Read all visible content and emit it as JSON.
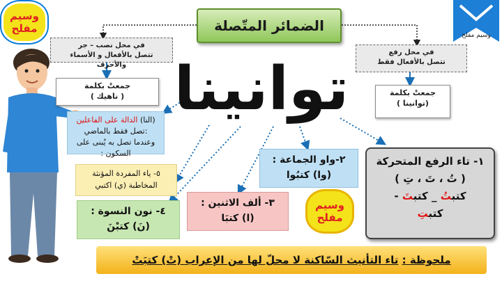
{
  "title": "الضمائر المتّصلة",
  "author_badge_top": {
    "line1": "وسيم",
    "line2": "مفلح"
  },
  "author_badge_bottom": {
    "line1": "وسيم",
    "line2": "مفلح"
  },
  "corner_banner_text": "وسيم مفلح",
  "big_word": "توانينا",
  "left_gray_box": {
    "line1": "في محل نصب – جر",
    "line2": "تتصل بالأفعال و الأسماء والأحرف"
  },
  "right_gray_box": {
    "line1": "في محل رفع",
    "line2": "تتصل بالأفعال فقط"
  },
  "left_white_box": {
    "line1": "جمعتْ بكلمة",
    "line2": "( ناهيك )"
  },
  "right_white_box": {
    "line1": "جمعتْ بكلمة",
    "line2": "(توانينا )"
  },
  "blue_note": {
    "prefix": "(النا)",
    "highlight": "الدالة على الفاعلين",
    "rest": ":تصل فقط بالماضي وعندما تصل به يُبنى على السكون :"
  },
  "yellow_box": {
    "line1": "٥- ياء المفردة المؤنثة",
    "line2": "المخاطبة (ي) اكتبي"
  },
  "green_box": {
    "line1": "٤- نون النسوة :",
    "line2": "(نَ) كتبْنَ"
  },
  "pink_box": {
    "line1": "٣- ألف الاثنين :",
    "line2": "(ا) كتبَا"
  },
  "lblue_box": {
    "line1": "٢-واو الجماعة :",
    "line2": "(وا) كتبُوا"
  },
  "dark_box": {
    "line1": "١- تاء الرفع المتحركة",
    "line2": "( تُ ، تَ ، تِ )",
    "line3_a": "كتب",
    "line3_a_red": "تُ",
    "line3_sep": " _ ",
    "line3_b": "كتب",
    "line3_b_red": "تَ",
    "line3_dash": " -",
    "line4_a": "كتب",
    "line4_red": "تِ"
  },
  "bottom_note": {
    "label": "ملحوظة :",
    "text": "تاء التأنيث السّاكنة لا محلّ لها من الإعراب (تْ) كتبَتْ"
  }
}
